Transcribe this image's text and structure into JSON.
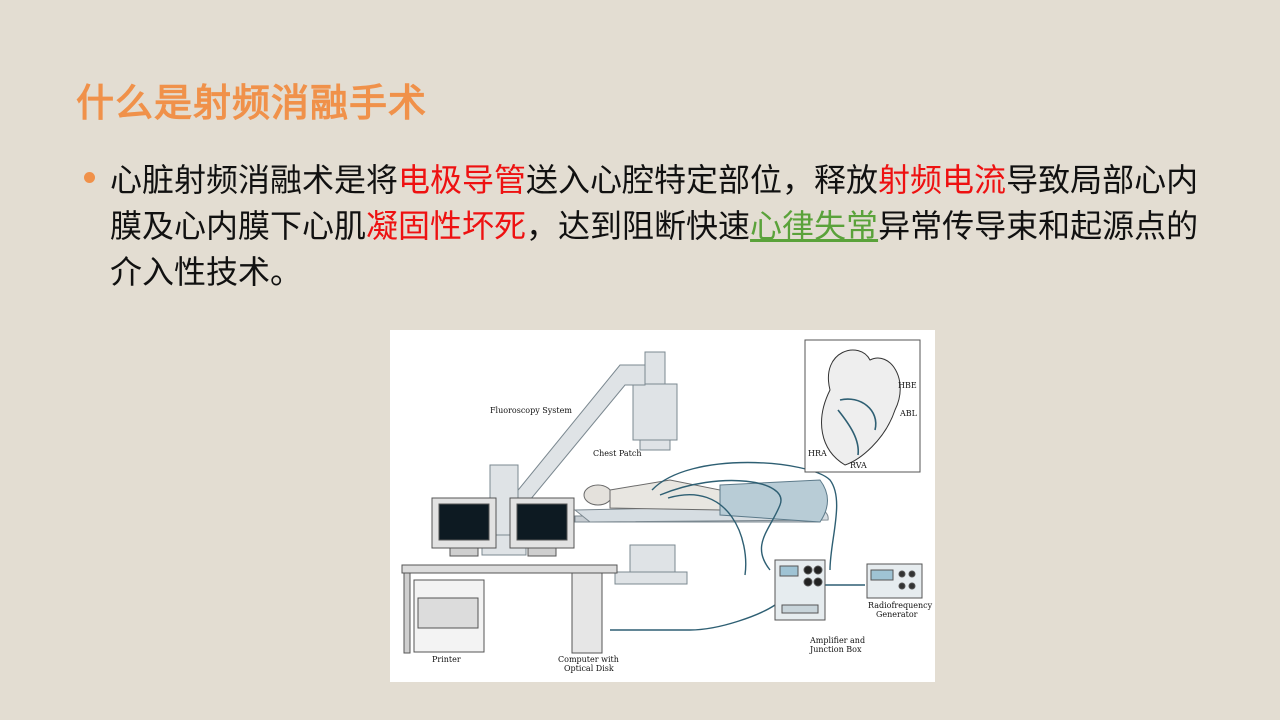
{
  "slide": {
    "title": "什么是射频消融手术",
    "paragraph": [
      {
        "text": "心脏射频消融术是将",
        "style": "normal"
      },
      {
        "text": "电极导管",
        "style": "red"
      },
      {
        "text": "送入心腔特定部位，释放",
        "style": "normal"
      },
      {
        "text": "射频电流",
        "style": "red"
      },
      {
        "text": "导致局部心内膜及心内膜下心肌",
        "style": "normal"
      },
      {
        "text": "凝固性坏死",
        "style": "red"
      },
      {
        "text": "，达到阻断快速",
        "style": "normal"
      },
      {
        "text": "心律失常",
        "style": "green-underline"
      },
      {
        "text": "异常传导束和起源点的介入性技术。",
        "style": "normal"
      }
    ]
  },
  "figure": {
    "labels": {
      "fluoroscopy": "Fluoroscopy System",
      "chest_patch": "Chest Patch",
      "printer": "Printer",
      "computer_line1": "Computer with",
      "computer_line2": "Optical Disk",
      "amplifier_line1": "Amplifier and",
      "amplifier_line2": "Junction Box",
      "rf_line1": "Radiofrequency",
      "rf_line2": "Generator",
      "hbe": "HBE",
      "abl": "ABL",
      "hra": "HRA",
      "rva": "RVA"
    }
  },
  "colors": {
    "background": "#e3ddd2",
    "title": "#f0914a",
    "highlight_red": "#ee1111",
    "highlight_green": "#5aa23a"
  }
}
